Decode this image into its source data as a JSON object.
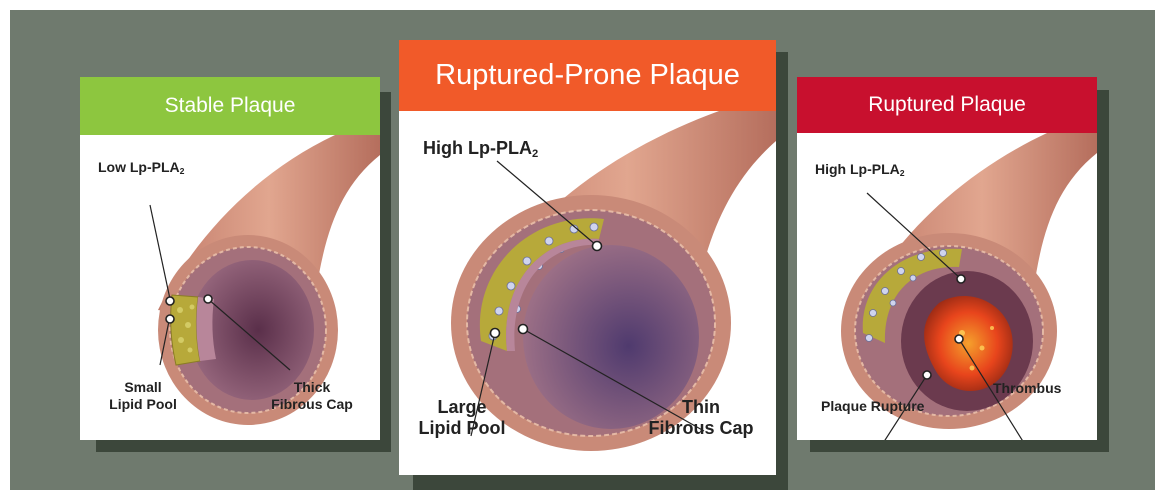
{
  "colors": {
    "background": "#6f7a6e",
    "shadow": "#3c473b",
    "stable_header": "#8dc63f",
    "rupture_prone_header": "#f15a29",
    "ruptured_header": "#c8102e",
    "artery_outer": "#c98a78",
    "artery_inner": "#7d4d63",
    "lipid": "#b7a93a",
    "thrombus": "#e8451c"
  },
  "panels": {
    "stable": {
      "title": "Stable Plaque",
      "label_lp": {
        "text": "Low Lp-PLA",
        "sub": "2"
      },
      "label_lipid": [
        "Small",
        "Lipid Pool"
      ],
      "label_cap": [
        "Thick",
        "Fibrous Cap"
      ]
    },
    "prone": {
      "title": "Ruptured-Prone Plaque",
      "label_lp": {
        "text": "High Lp-PLA",
        "sub": "2"
      },
      "label_lipid": [
        "Large",
        "Lipid Pool"
      ],
      "label_cap": [
        "Thin",
        "Fibrous Cap"
      ]
    },
    "ruptured": {
      "title": "Ruptured Plaque",
      "label_lp": {
        "text": "High Lp-PLA",
        "sub": "2"
      },
      "label_rupture": "Plaque Rupture",
      "label_thrombus": "Thrombus"
    }
  }
}
